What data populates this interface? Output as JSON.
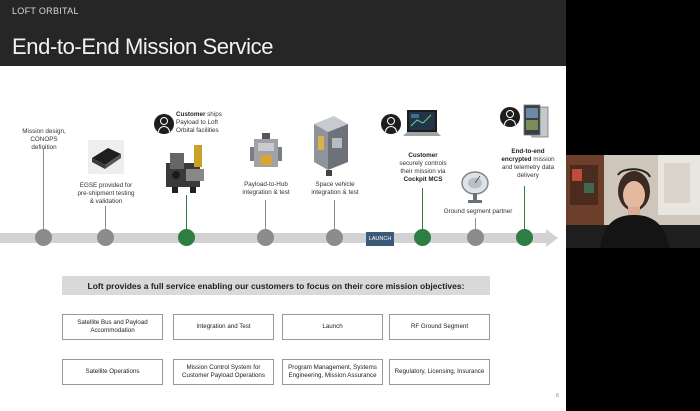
{
  "header": {
    "brand": "LOFT ORBITAL",
    "title": "End-to-End Mission Service"
  },
  "timeline": {
    "launch_tag": "LAUNCH",
    "steps": [
      {
        "lines": [
          {
            "bold": "",
            "text": "Mission design,"
          },
          {
            "bold": "",
            "text": "CONOPS"
          },
          {
            "bold": "",
            "text": "definition"
          }
        ]
      },
      {
        "lines": [
          {
            "bold": "",
            "text": "EGSE provided for"
          },
          {
            "bold": "",
            "text": "pre-shipment testing"
          },
          {
            "bold": "",
            "text": "& validation"
          }
        ]
      },
      {
        "lines": [
          {
            "bold": "Customer",
            "text": " ships"
          },
          {
            "bold": "",
            "text": "Payload to Loft"
          },
          {
            "bold": "",
            "text": "Orbital facilities"
          }
        ]
      },
      {
        "lines": [
          {
            "bold": "",
            "text": "Payload-to-Hub"
          },
          {
            "bold": "",
            "text": "integration & test"
          }
        ]
      },
      {
        "lines": [
          {
            "bold": "",
            "text": "Space vehicle"
          },
          {
            "bold": "",
            "text": "integration & test"
          }
        ]
      },
      {
        "lines": [
          {
            "bold": "Customer",
            "text": ""
          },
          {
            "bold": "",
            "text": "securely controls"
          },
          {
            "bold": "",
            "text": "their mission via"
          },
          {
            "bold": "Cockpit MCS",
            "text": ""
          }
        ]
      },
      {
        "lines": [
          {
            "bold": "",
            "text": "Ground segment partner"
          }
        ]
      },
      {
        "lines": [
          {
            "bold": "End-to-end",
            "text": ""
          },
          {
            "bold": "encrypted",
            "text": " mission"
          },
          {
            "bold": "",
            "text": "and telemetry data"
          },
          {
            "bold": "",
            "text": "delivery"
          }
        ]
      }
    ]
  },
  "banner": "Loft provides a full service enabling our customers to focus on their core mission objectives:",
  "services": [
    "Satellite Bus and Payload Accommodation",
    "Integration and Test",
    "Launch",
    "RF Ground Segment",
    "Satellite Operations",
    "Mission Control System for Customer Payload Operations",
    "Program Management, Systems Engineering, Mission Assurance",
    "Regulatory, Licensing, Insurance"
  ],
  "page_number": "8",
  "colors": {
    "header_bg": "#262626",
    "milestone_grey": "#8c8c8c",
    "milestone_green": "#2e7d42",
    "launch_tag": "#3a5a78",
    "banner_bg": "#d9d9d9"
  }
}
